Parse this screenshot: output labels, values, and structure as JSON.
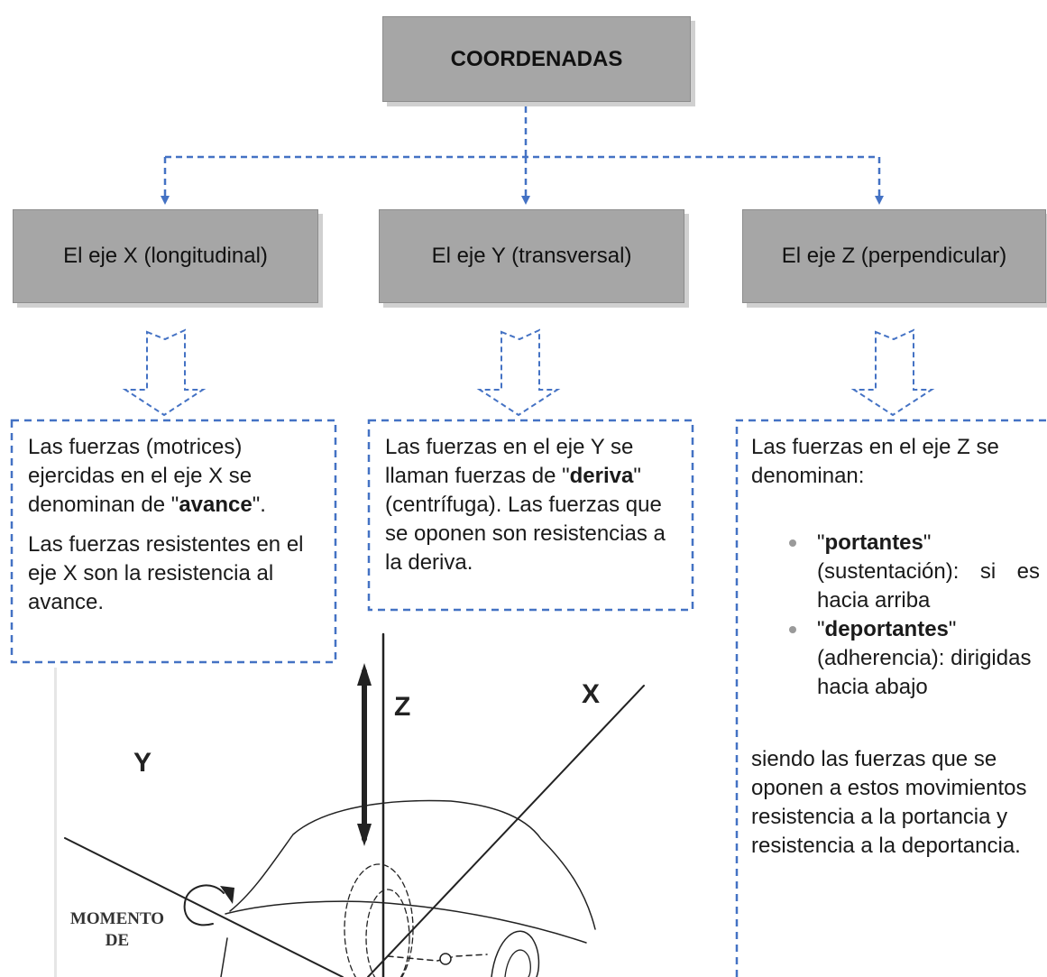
{
  "title": "COORDENADAS",
  "axes": [
    {
      "heading": "El eje X (longitudinal)"
    },
    {
      "heading": "El eje Y (transversal)"
    },
    {
      "heading": "El eje Z (perpendicular)"
    }
  ],
  "x_text": {
    "p1_a": "Las fuerzas (motrices) ejercidas en el eje X se denominan de \"",
    "p1_bold": "avance",
    "p1_b": "\".",
    "p2": "Las fuerzas resistentes en el eje X son la resistencia al avance."
  },
  "y_text": {
    "a": "Las fuerzas en el eje Y se llaman fuerzas de \"",
    "bold": "deriva",
    "b": "\" (centrífuga). Las fuerzas que se oponen son resistencias a la deriva."
  },
  "z_text": {
    "intro": "Las fuerzas en el eje Z se denominan:",
    "items": [
      {
        "q1": "\"",
        "bold": "portantes",
        "rest": "\" (sustentación): si es hacia arriba"
      },
      {
        "q1": "\"",
        "bold": "deportantes",
        "rest": "\" (adherencia): dirigidas hacia abajo"
      }
    ],
    "closing": "siendo las fuerzas que se oponen a estos movimientos resistencia a la portancia y resistencia a la deportancia."
  },
  "figure": {
    "label_z": "Z",
    "label_x": "X",
    "label_y": "Y",
    "momento_line1": "MOMENTO",
    "momento_line2": "DE"
  },
  "colors": {
    "box_fill": "#a6a6a6",
    "connector": "#4472c4"
  }
}
